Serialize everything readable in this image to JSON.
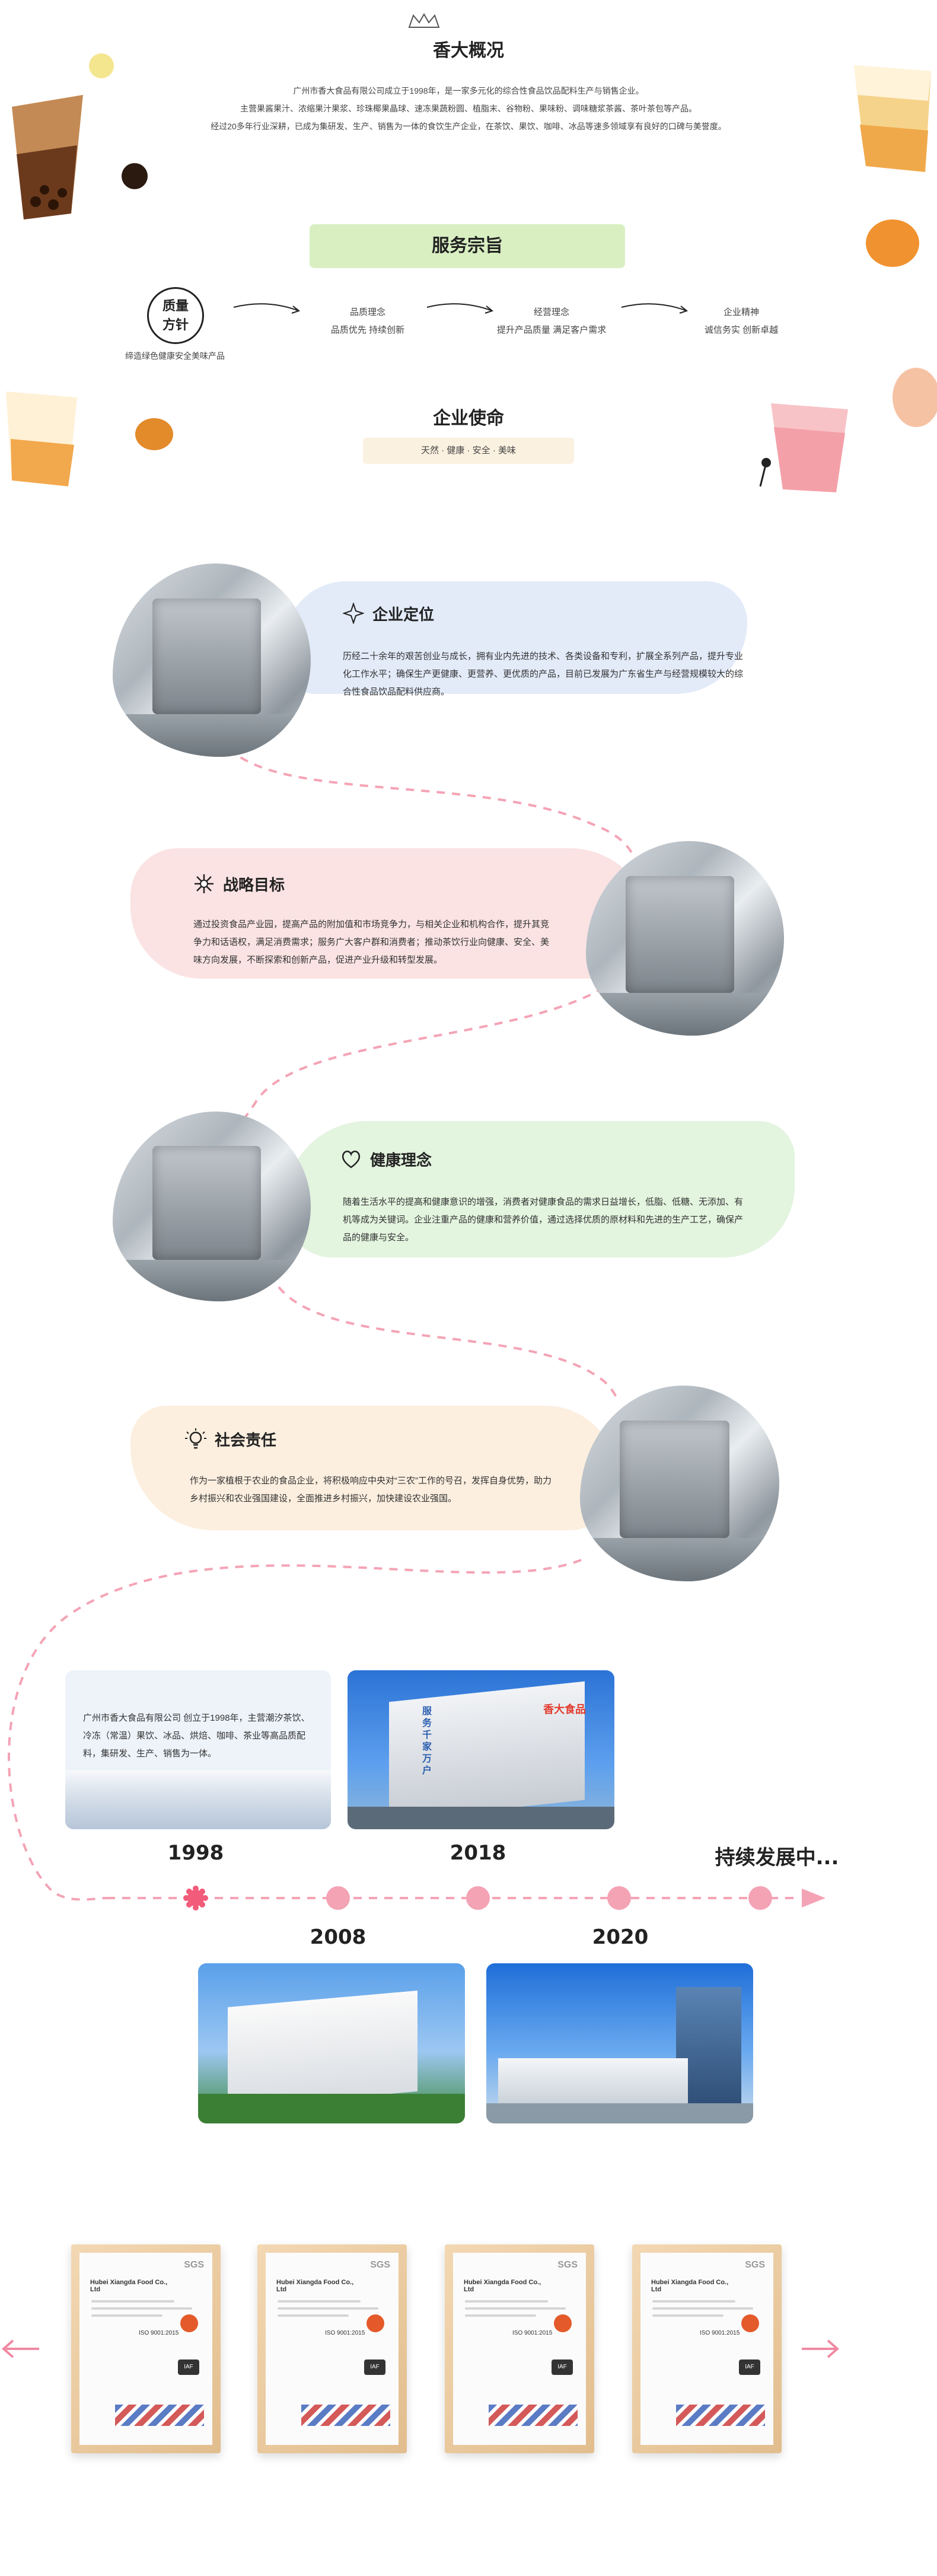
{
  "overview": {
    "title": "香大概况",
    "line1": "广州市香大食品有限公司成立于1998年，是一家多元化的综合性食品饮品配料生产与销售企业。",
    "line2": "主营果酱果汁、浓缩果汁果浆、珍珠椰果晶球、速冻果蔬粉圆、植脂末、谷物粉、果味粉、调味糖浆茶酱、茶叶茶包等产品。",
    "line3": "经过20多年行业深耕，已成为集研发、生产、销售为一体的食饮生产企业，在茶饮、果饮、咖啡、冰品等速多领域享有良好的口碑与美誉度。"
  },
  "service": {
    "title": "服务宗旨",
    "badge_line1": "质量",
    "badge_line2": "方针",
    "badge_caption": "缔造绿色健康安全美味产品",
    "steps": [
      {
        "title": "品质理念",
        "desc": "品质优先 持续创新"
      },
      {
        "title": "经营理念",
        "desc": "提升产品质量 满足客户需求"
      },
      {
        "title": "企业精神",
        "desc": "诚信务实 创新卓越"
      }
    ]
  },
  "mission": {
    "title": "企业使命",
    "subtitle": "天然 · 健康 · 安全 · 美味"
  },
  "positioning": {
    "title": "企业定位",
    "text": "历经二十余年的艰苦创业与成长，拥有业内先进的技术、各类设备和专利，扩展全系列产品，提升专业化工作水平；确保生产更健康、更营养、更优质的产品，目前已发展为广东省生产与经营规模较大的综合性食品饮品配料供应商。"
  },
  "strategy": {
    "title": "战略目标",
    "text": "通过投资食品产业园，提高产品的附加值和市场竞争力，与相关企业和机构合作，提升其竞争力和话语权，满足消费需求；服务广大客户群和消费者；推动茶饮行业向健康、安全、美味方向发展，不断探索和创新产品，促进产业升级和转型发展。"
  },
  "health": {
    "title": "健康理念",
    "text": "随着生活水平的提高和健康意识的增强，消费者对健康食品的需求日益增长，低脂、低糖、无添加、有机等成为关键词。企业注重产品的健康和营养价值，通过选择优质的原材料和先进的生产工艺，确保产品的健康与安全。"
  },
  "responsibility": {
    "title": "社会责任",
    "text": "作为一家植根于农业的食品企业，将积极响应中央对“三农”工作的号召，发挥自身优势，助力乡村振兴和农业强国建设，全面推进乡村振兴，加快建设农业强国。"
  },
  "history": {
    "intro": "广州市香大食品有限公司 创立于1998年，主营潮汐茶饮、冷冻（常温）果饮、冰品、烘焙、咖啡、茶业等高品质配料，集研发、生产、销售为一体。",
    "building_sign_1": "香大食品",
    "building_sign_2": "服务千家万户",
    "years_top": [
      "1998",
      "2018",
      "持续发展中..."
    ],
    "years_bottom": [
      "2008",
      "2020"
    ]
  },
  "certificates": {
    "items": [
      {
        "company": "Hubei Xiangda Food Co., Ltd",
        "std": "ISO 9001:2015",
        "mark": "SGS",
        "iaf": "IAF"
      },
      {
        "company": "Hubei Xiangda Food Co., Ltd",
        "std": "ISO 9001:2015",
        "mark": "SGS",
        "iaf": "IAF"
      },
      {
        "company": "Hubei Xiangda Food Co., Ltd",
        "std": "ISO 9001:2015",
        "mark": "SGS",
        "iaf": "IAF"
      },
      {
        "company": "Hubei Xiangda Food Co., Ltd",
        "std": "ISO 9001:2015",
        "mark": "SGS",
        "iaf": "IAF"
      }
    ]
  },
  "colors": {
    "accent_pink": "#f08aa3",
    "dashed_pink": "#f4a3b5",
    "service_green": "#d9efc2",
    "mission_cream": "#fbf1e1",
    "brush_blue": "#e3ebf9",
    "brush_pink": "#fbe3e3",
    "brush_green": "#e3f4df",
    "brush_cream": "#fcefdf"
  }
}
